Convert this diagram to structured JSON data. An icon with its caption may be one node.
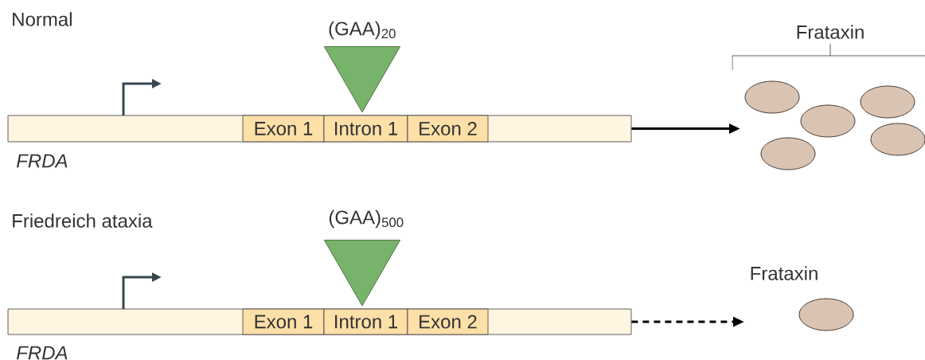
{
  "diagram": {
    "nodes": [
      {
        "text": [],
        "shape": "bar",
        "beside": [
          "FRDA"
        ]
      },
      {
        "text": [
          "Exon 1"
        ],
        "in": 0
      },
      {
        "text": [
          "Intron 1"
        ],
        "in": 0
      },
      {
        "text": [
          "Exon 2"
        ],
        "in": 0
      },
      {
        "text": [
          "(GAA)$_{20}$"
        ]
      },
      {
        "text": [],
        "shape": "ellipse"
      },
      {
        "text": [],
        "shape": "ellipse"
      },
      {
        "text": [],
        "shape": "ellipse"
      },
      {
        "text": [],
        "shape": "ellipse"
      },
      {
        "text": [],
        "shape": "ellipse"
      },
      {
        "text": [],
        "shape": "bar",
        "beside": [
          "FRDA"
        ]
      },
      {
        "text": [
          "Exon 1"
        ],
        "in": 10
      },
      {
        "text": [
          "Intron 1"
        ],
        "in": 10
      },
      {
        "text": [
          "Exon 2"
        ],
        "in": 10
      },
      {
        "text": [
          "(GAA)$_{500}$"
        ]
      },
      {
        "text": [],
        "shape": "ellipse"
      }
    ],
    "edges": [
      {
        "from": 0,
        "to": null,
        "arrow": "to"
      },
      {
        "from": 10,
        "to": null,
        "arrow": "to",
        "style": "dashed"
      }
    ],
    "labels": [
      "Normal",
      "Frataxin",
      "Friedreich ataxia",
      "Frataxin"
    ]
  }
}
